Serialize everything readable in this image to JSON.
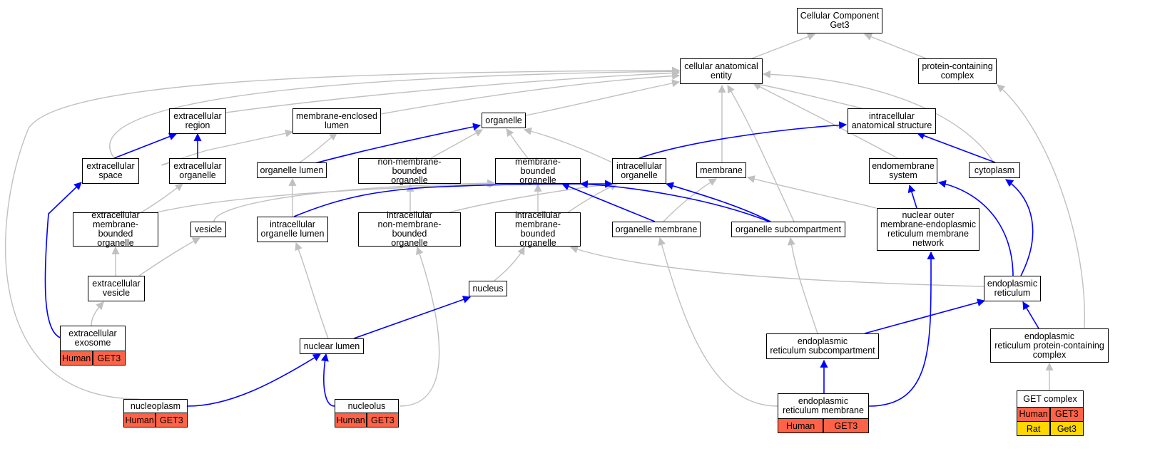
{
  "colors": {
    "isa_edge": "#c0c0c0",
    "partof_edge": "#0000ff",
    "human_cell": "#ff6347",
    "rat_cell": "#ffd700"
  },
  "nodes": {
    "cc_get3": "Cellular Component\nGet3",
    "cae": "cellular anatomical\nentity",
    "pcc": "protein-containing\ncomplex",
    "ext_region": "extracellular\nregion",
    "mel": "membrane-enclosed\nlumen",
    "organelle": "organelle",
    "ias": "intracellular\nanatomical structure",
    "ext_space": "extracellular\nspace",
    "ext_org": "extracellular\norganelle",
    "org_lumen": "organelle lumen",
    "nmbo": "non-membrane-bounded\norganelle",
    "mbo": "membrane-bounded\norganelle",
    "intra_org": "intracellular\norganelle",
    "membrane": "membrane",
    "endomem": "endomembrane\nsystem",
    "cytoplasm": "cytoplasm",
    "ext_mbo": "extracellular\nmembrane-bounded\norganelle",
    "vesicle": "vesicle",
    "iol": "intracellular\norganelle lumen",
    "inmbo": "intracellular\nnon-membrane-bounded\norganelle",
    "imbo": "intracellular\nmembrane-bounded\norganelle",
    "org_mem": "organelle membrane",
    "org_sub": "organelle subcompartment",
    "nuc_outer": "nuclear outer\nmembrane-endoplasmic\nreticulum membrane\nnetwork",
    "ext_vesicle": "extracellular\nvesicle",
    "nucleus": "nucleus",
    "er": "endoplasmic\nreticulum",
    "ext_exosome": "extracellular\nexosome",
    "nuc_lumen": "nuclear lumen",
    "er_sub": "endoplasmic\nreticulum subcompartment",
    "er_pcc": "endoplasmic\nreticulum protein-containing\ncomplex",
    "nucleoplasm": "nucleoplasm",
    "nucleolus": "nucleolus",
    "er_mem": "endoplasmic\nreticulum membrane",
    "get_complex": "GET complex"
  },
  "annotations": {
    "ext_exosome": [
      [
        "Human",
        "GET3"
      ]
    ],
    "nucleoplasm": [
      [
        "Human",
        "GET3"
      ]
    ],
    "nucleolus": [
      [
        "Human",
        "GET3"
      ]
    ],
    "er_mem": [
      [
        "Human",
        "GET3"
      ]
    ],
    "get_complex": [
      [
        "Human",
        "GET3"
      ],
      [
        "Rat",
        "Get3"
      ]
    ]
  }
}
